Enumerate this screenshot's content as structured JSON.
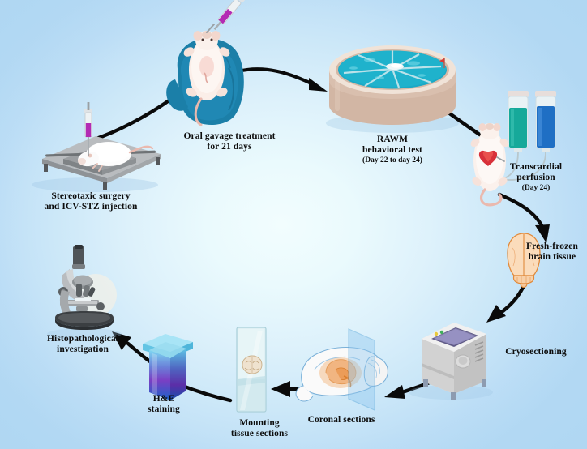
{
  "figure": {
    "type": "experimental-workflow-diagram",
    "title": "Experimental workflow: ICV-STZ rat model with oral gavage treatment and histopathology",
    "layout": "clockwise-circular",
    "background_color": "#b8dcf5",
    "background_center_color": "#f2fdfe",
    "text_color": "#0d0d0d"
  },
  "steps": [
    {
      "id": "stereotaxic",
      "order": 1,
      "label_line1": "Stereotaxic surgery",
      "label_line2": "and ICV-STZ injection",
      "icon": "stereotaxic-frame-with-rat-and-syringe",
      "colors": {
        "platform": "#a7a9ac",
        "syringe_fluid": "#b32bb4",
        "rat": "#ffffff"
      }
    },
    {
      "id": "oral-gavage",
      "order": 2,
      "label_line1": "Oral gavage treatment",
      "label_line2": "for 21 days",
      "icon": "gloved-hand-holding-rat-with-gavage-syringe",
      "colors": {
        "glove": "#1b7fa8",
        "syringe_fluid": "#b32bb4",
        "rat": "#f7e9e3"
      }
    },
    {
      "id": "rawm",
      "order": 3,
      "label_line1": "RAWM",
      "label_line2": "behavioral test",
      "label_line3": "(Day 22 to day 24)",
      "icon": "radial-arm-water-maze-tank",
      "colors": {
        "tank": "#d9bfae",
        "water": "#1ba9c6"
      }
    },
    {
      "id": "perfusion",
      "order": 4,
      "label_line1": "Transcardial",
      "label_line2": "perfusion",
      "label_line3": "(Day 24)",
      "icon": "rat-with-perfusion-bottles",
      "colors": {
        "bottle_left": "#16a99a",
        "bottle_right": "#1f6fc4",
        "heart": "#d8313a"
      }
    },
    {
      "id": "brain-tissue",
      "order": 5,
      "label_line1": "Fresh-frozen",
      "label_line2": "brain tissue",
      "icon": "whole-brain-dorsal-view",
      "colors": {
        "brain": "#fbdcbb",
        "outline": "#e08a3c"
      }
    },
    {
      "id": "cryosectioning",
      "order": 6,
      "label_line1": "Cryosectioning",
      "icon": "cryostat-machine",
      "colors": {
        "body": "#e6e6e6",
        "chamber": "#8b86b8"
      }
    },
    {
      "id": "coronal",
      "order": 7,
      "label_line1": "Coronal sections",
      "icon": "brain-with-coronal-cutting-plane",
      "colors": {
        "plane": "#8fc7ef",
        "brain": "#f7f7f7",
        "inner": "#f3bd8d"
      }
    },
    {
      "id": "mounting",
      "order": 8,
      "label_line1": "Mounting",
      "label_line2": "tissue sections",
      "icon": "glass-slide-with-brain-section",
      "colors": {
        "slide": "#d6eef2"
      }
    },
    {
      "id": "he-staining",
      "order": 9,
      "label_line1": "H&E",
      "label_line2": "staining",
      "icon": "staining-jar-cuvette",
      "colors": {
        "top": "#7fd7f2",
        "middle": "#7a3fc4",
        "bottom": "#1b63c9"
      }
    },
    {
      "id": "histopathology",
      "order": 10,
      "label_line1": "Histopathological",
      "label_line2": "investigation",
      "icon": "light-microscope",
      "colors": {
        "body": "#b9bcbf",
        "base": "#3b3f42"
      }
    }
  ],
  "arrows": {
    "count": 9,
    "color": "#0a0a0a",
    "style": "solid-tapered-curved",
    "direction": "clockwise"
  }
}
